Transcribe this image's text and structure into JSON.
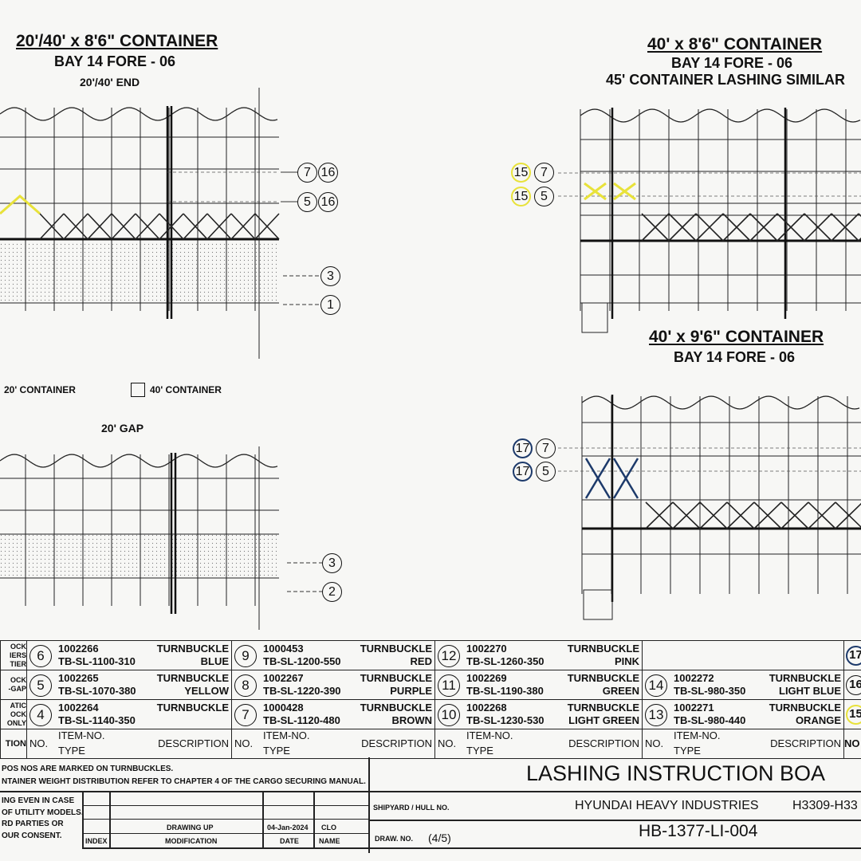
{
  "drawings": {
    "tl": {
      "title": "20'/40' x 8'6\" CONTAINER",
      "bay": "BAY 14 FORE - 06",
      "sub": "20'/40' END",
      "callouts": [
        [
          "7",
          "16"
        ],
        [
          "5",
          "16"
        ],
        [
          "3"
        ],
        [
          "1"
        ]
      ]
    },
    "legend": {
      "c20": "20' CONTAINER",
      "c40": "40' CONTAINER"
    },
    "bl": {
      "sub": "20' GAP",
      "callouts": [
        [
          "3"
        ],
        [
          "2"
        ]
      ]
    },
    "tr": {
      "title": "40' x 8'6\" CONTAINER",
      "bay": "BAY 14 FORE - 06",
      "note": "45' CONTAINER LASHING SIMILAR",
      "callouts": [
        [
          "15",
          "7"
        ],
        [
          "15",
          "5"
        ]
      ]
    },
    "br": {
      "title": "40' x 9'6\" CONTAINER",
      "bay": "BAY 14 FORE - 06",
      "callouts": [
        [
          "17",
          "7"
        ],
        [
          "17",
          "5"
        ]
      ]
    }
  },
  "colors": {
    "yellow": "#e8e23a",
    "navy": "#1d3a6b"
  },
  "table": {
    "left_fragments": [
      [
        "OCK",
        "IERS",
        "TIER"
      ],
      [
        "OCK",
        "-GAP"
      ],
      [
        "ATIC",
        "OCK",
        "ONLY"
      ],
      [
        "TION"
      ]
    ],
    "rows": [
      [
        {
          "no": "6",
          "item": "1002266",
          "type": "TB-SL-1100-310",
          "desc": "TURNBUCKLE",
          "color": "BLUE"
        },
        {
          "no": "9",
          "item": "1000453",
          "type": "TB-SL-1200-550",
          "desc": "TURNBUCKLE",
          "color": "RED"
        },
        {
          "no": "12",
          "item": "1002270",
          "type": "TB-SL-1260-350",
          "desc": "TURNBUCKLE",
          "color": "PINK"
        },
        null
      ],
      [
        {
          "no": "5",
          "item": "1002265",
          "type": "TB-SL-1070-380",
          "desc": "TURNBUCKLE",
          "color": "YELLOW"
        },
        {
          "no": "8",
          "item": "1002267",
          "type": "TB-SL-1220-390",
          "desc": "TURNBUCKLE",
          "color": "PURPLE"
        },
        {
          "no": "11",
          "item": "1002269",
          "type": "TB-SL-1190-380",
          "desc": "TURNBUCKLE",
          "color": "GREEN"
        },
        {
          "no": "14",
          "item": "1002272",
          "type": "TB-SL-980-350",
          "desc": "TURNBUCKLE",
          "color": "LIGHT BLUE"
        }
      ],
      [
        {
          "no": "4",
          "item": "1002264",
          "type": "TB-SL-1140-350",
          "desc": "TURNBUCKLE",
          "color": ""
        },
        {
          "no": "7",
          "item": "1000428",
          "type": "TB-SL-1120-480",
          "desc": "TURNBUCKLE",
          "color": "BROWN"
        },
        {
          "no": "10",
          "item": "1002268",
          "type": "TB-SL-1230-530",
          "desc": "TURNBUCKLE",
          "color": "LIGHT GREEN"
        },
        {
          "no": "13",
          "item": "1002271",
          "type": "TB-SL-980-440",
          "desc": "TURNBUCKLE",
          "color": "ORANGE"
        }
      ]
    ],
    "right_fragments": [
      "17",
      "16",
      "15"
    ],
    "header": {
      "no": "NO.",
      "item": "ITEM-NO.",
      "type": "TYPE",
      "desc": "DESCRIPTION",
      "frag": "NO"
    }
  },
  "notes": [
    "POS NOS ARE MARKED ON TURNBUCKLES.",
    "NTAINER WEIGHT DISTRIBUTION REFER TO CHAPTER 4 OF THE CARGO SECURING MANUAL."
  ],
  "legal": [
    "ING EVEN IN CASE",
    "OF UTILITY MODELS.",
    "RD PARTIES OR",
    "OUR CONSENT."
  ],
  "revision": {
    "modification": "DRAWING UP",
    "date": "04-Jan-2024",
    "name": "CLO",
    "h_index": "INDEX",
    "h_mod": "MODIFICATION",
    "h_date": "DATE",
    "h_name": "NAME"
  },
  "title_block": {
    "title": "LASHING INSTRUCTION BOA",
    "shipyard_label": "SHIPYARD / HULL NO.",
    "shipyard": "HYUNDAI HEAVY INDUSTRIES",
    "hull": "H3309-H33",
    "draw_label": "DRAW. NO.",
    "sheet": "(4/5)",
    "draw_no": "HB-1377-LI-004"
  }
}
